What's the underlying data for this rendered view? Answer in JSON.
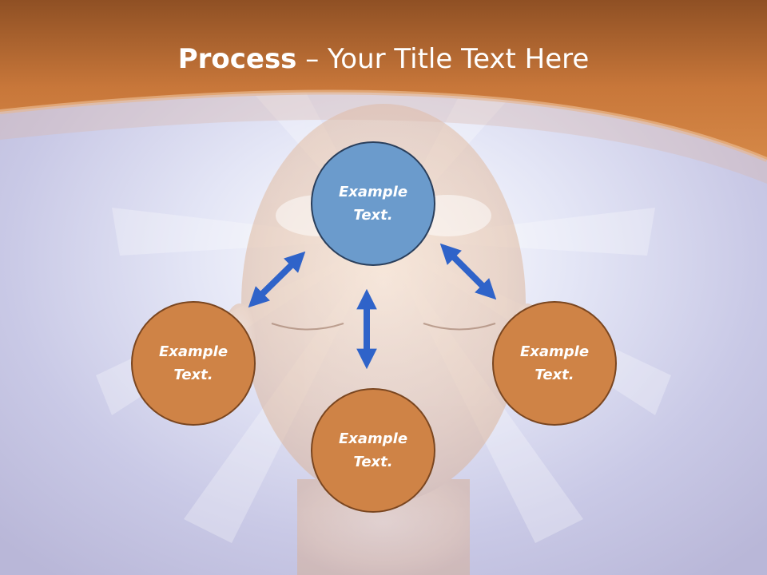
{
  "title": {
    "bold": "Process",
    "rest": " – Your Title Text Here"
  },
  "nodes": {
    "top": "Example Text.",
    "left": "Example Text.",
    "right": "Example Text.",
    "bottom": "Example Text."
  },
  "colors": {
    "header": "#c8773a",
    "node_blue": "#6b9bcc",
    "node_orange": "#cf8346",
    "arrow": "#2f63c9"
  }
}
